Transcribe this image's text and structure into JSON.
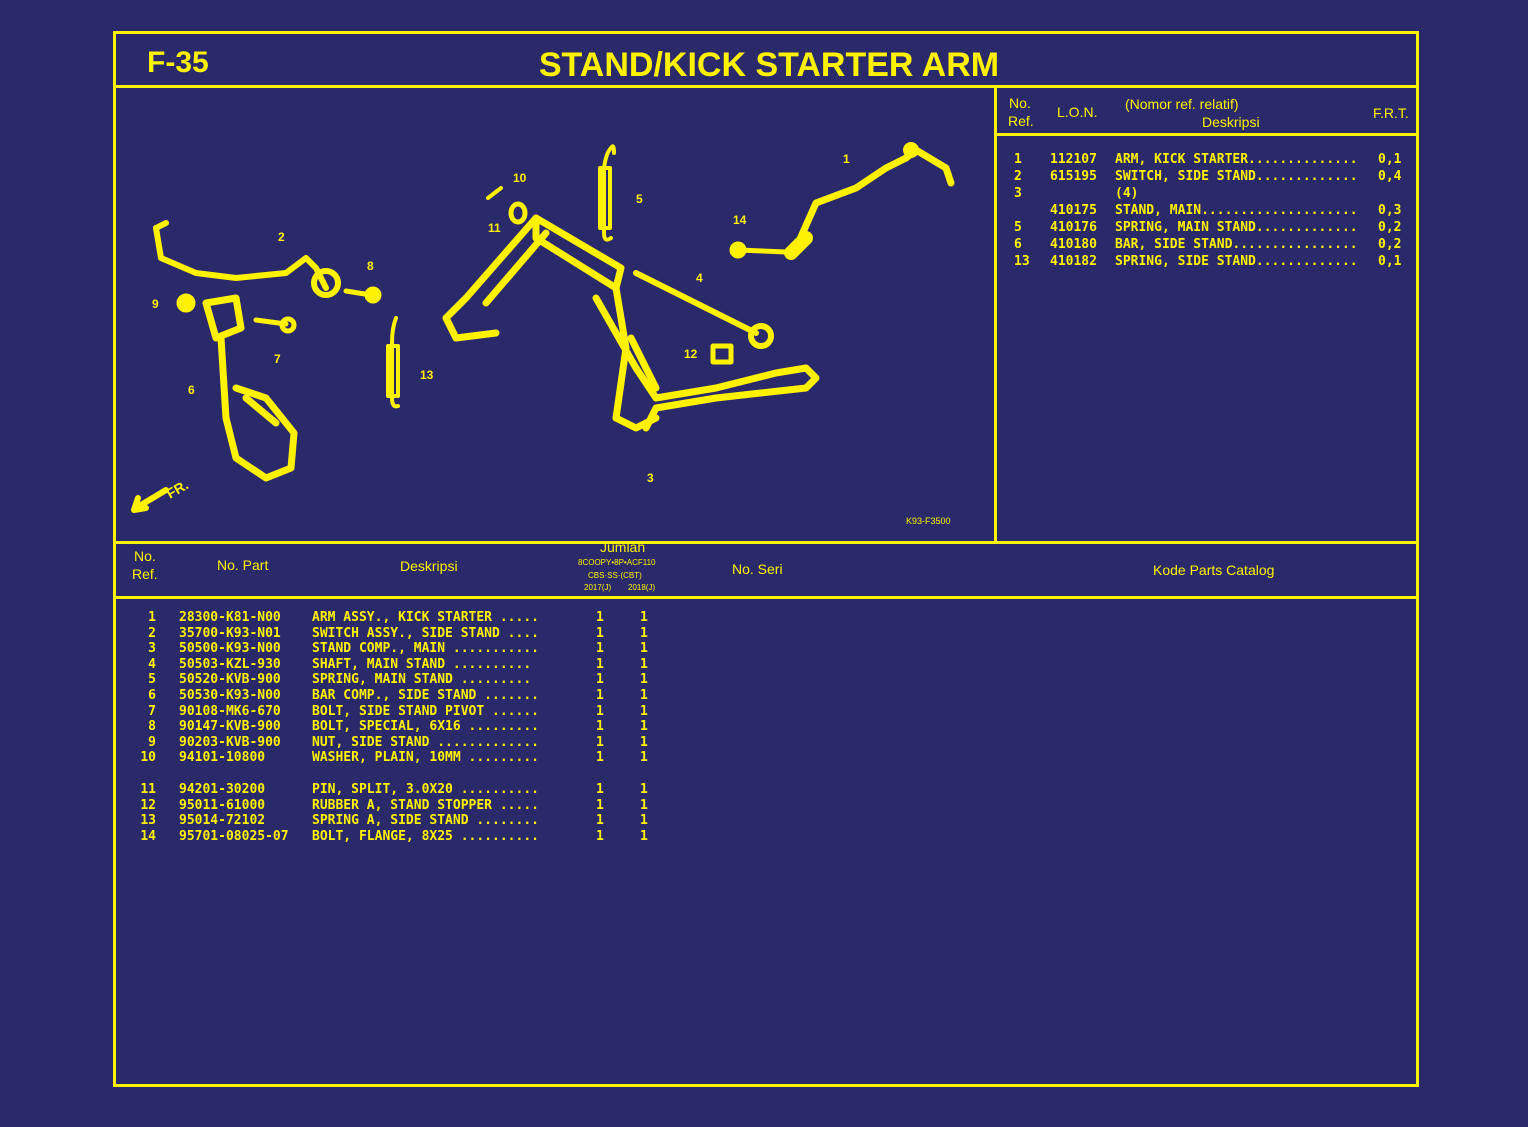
{
  "header": {
    "code": "F-35",
    "title": "STAND/KICK STARTER ARM"
  },
  "frt_table": {
    "headers": {
      "no": "No.",
      "ref": "Ref.",
      "lon": "L.O.N.",
      "desc_top": "(Nomor ref. relatif)",
      "desc": "Deskripsi",
      "frt": "F.R.T."
    },
    "rows": [
      {
        "ref": "1",
        "lon": "112107",
        "desc": "ARM, KICK STARTER..............",
        "frt": "0,1"
      },
      {
        "ref": "2",
        "lon": "615195",
        "desc": "SWITCH, SIDE STAND.............",
        "frt": "0,4"
      },
      {
        "ref": "3",
        "lon": "",
        "desc": "(4)",
        "frt": ""
      },
      {
        "ref": "",
        "lon": "410175",
        "desc": "STAND, MAIN....................",
        "frt": "0,3"
      },
      {
        "ref": "5",
        "lon": "410176",
        "desc": "SPRING, MAIN STAND.............",
        "frt": "0,2"
      },
      {
        "ref": "6",
        "lon": "410180",
        "desc": "BAR, SIDE STAND................",
        "frt": "0,2"
      },
      {
        "ref": "13",
        "lon": "410182",
        "desc": "SPRING, SIDE STAND.............",
        "frt": "0,1"
      }
    ]
  },
  "diagram": {
    "callouts": [
      "1",
      "2",
      "3",
      "4",
      "5",
      "6",
      "7",
      "8",
      "9",
      "10",
      "11",
      "12",
      "13",
      "14"
    ],
    "fr_label": "FR.",
    "figure_code": "K93-F3500"
  },
  "parts_table": {
    "headers": {
      "no": "No.",
      "ref": "Ref.",
      "part": "No. Part",
      "desc": "Deskripsi",
      "qty": "Jumlah",
      "qty_sub1": "8COOPY•8P•ACF110",
      "qty_sub2": "CBS·SS·(CBT)",
      "qty_col1": "2017(J)",
      "qty_col2": "2018(J)",
      "seri": "No. Seri",
      "catalog": "Kode Parts Catalog"
    },
    "rows": [
      {
        "ref": "1",
        "part": "28300-K81-N00",
        "desc": "ARM ASSY., KICK STARTER .....",
        "q1": "1",
        "q2": "1"
      },
      {
        "ref": "2",
        "part": "35700-K93-N01",
        "desc": "SWITCH ASSY., SIDE STAND ....",
        "q1": "1",
        "q2": "1"
      },
      {
        "ref": "3",
        "part": "50500-K93-N00",
        "desc": "STAND COMP., MAIN ...........",
        "q1": "1",
        "q2": "1"
      },
      {
        "ref": "4",
        "part": "50503-KZL-930",
        "desc": "SHAFT, MAIN STAND ..........",
        "q1": "1",
        "q2": "1"
      },
      {
        "ref": "5",
        "part": "50520-KVB-900",
        "desc": "SPRING, MAIN STAND .........",
        "q1": "1",
        "q2": "1"
      },
      {
        "ref": "6",
        "part": "50530-K93-N00",
        "desc": "BAR COMP., SIDE STAND .......",
        "q1": "1",
        "q2": "1"
      },
      {
        "ref": "7",
        "part": "90108-MK6-670",
        "desc": "BOLT, SIDE STAND PIVOT ......",
        "q1": "1",
        "q2": "1"
      },
      {
        "ref": "8",
        "part": "90147-KVB-900",
        "desc": "BOLT, SPECIAL, 6X16 .........",
        "q1": "1",
        "q2": "1"
      },
      {
        "ref": "9",
        "part": "90203-KVB-900",
        "desc": "NUT, SIDE STAND .............",
        "q1": "1",
        "q2": "1"
      },
      {
        "ref": "10",
        "part": "94101-10800",
        "desc": "WASHER, PLAIN, 10MM .........",
        "q1": "1",
        "q2": "1"
      },
      {
        "ref": "11",
        "part": "94201-30200",
        "desc": "PIN, SPLIT, 3.0X20 ..........",
        "q1": "1",
        "q2": "1"
      },
      {
        "ref": "12",
        "part": "95011-61000",
        "desc": "RUBBER A, STAND STOPPER .....",
        "q1": "1",
        "q2": "1"
      },
      {
        "ref": "13",
        "part": "95014-72102",
        "desc": "SPRING A, SIDE STAND ........",
        "q1": "1",
        "q2": "1"
      },
      {
        "ref": "14",
        "part": "95701-08025-07",
        "desc": "BOLT, FLANGE, 8X25 ..........",
        "q1": "1",
        "q2": "1"
      }
    ]
  },
  "colors": {
    "background": "#2a2a6b",
    "ink": "#fff200"
  }
}
